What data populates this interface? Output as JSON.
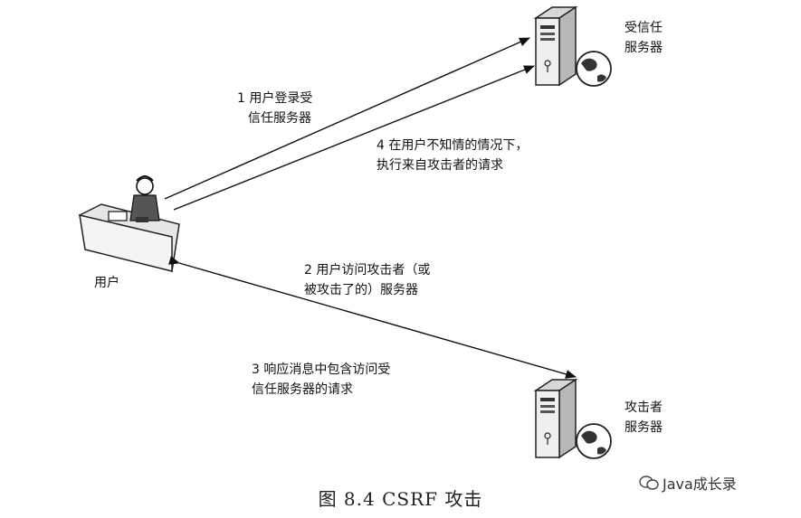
{
  "labels": {
    "trusted_server": [
      "受信任",
      "服务器"
    ],
    "attacker_server": [
      "攻击者",
      "服务器"
    ],
    "user": "用户",
    "step1": [
      "1 用户登录受",
      "信任服务器"
    ],
    "step2": [
      "2 用户访问攻击者（或",
      "被攻击了的）服务器"
    ],
    "step3": [
      "3 响应消息中包含访问受",
      "信任服务器的请求"
    ],
    "step4": [
      "4 在用户不知情的情况下，",
      "执行来自攻击者的请求"
    ]
  },
  "caption": "图 8.4    CSRF 攻击",
  "watermark": "Java成长录"
}
